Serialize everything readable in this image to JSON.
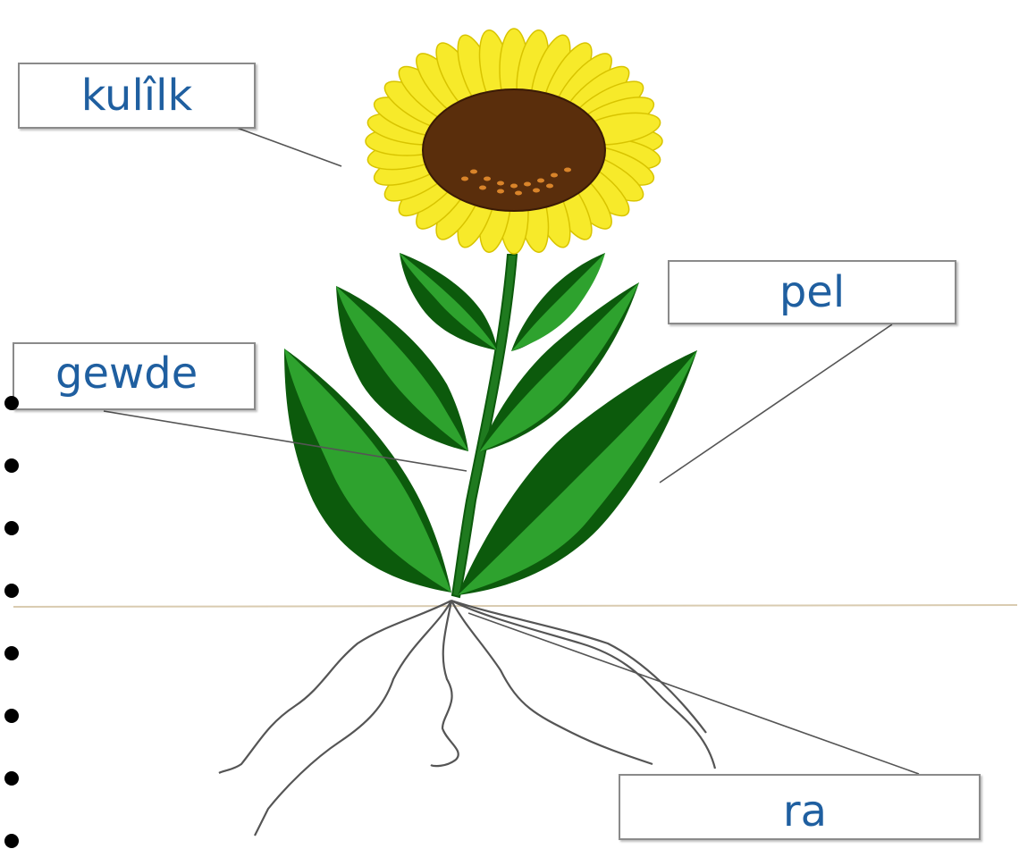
{
  "labels": {
    "flower": "kulîlk",
    "leaf": "pel",
    "stem": "gewde",
    "root": "ra"
  },
  "colors": {
    "label_text": "#1f5fa0",
    "petal": "#f7ea2a",
    "petal_edge": "#d8c400",
    "flower_center": "#5a2e0c",
    "seed_dots": "#d9842a",
    "leaf_light": "#2ea22e",
    "leaf_dark": "#0c5a0c",
    "stem": "#1f7a1f",
    "ground_line": "#d9cbb0",
    "roots": "#555555"
  },
  "icons": [
    "sunflower-petal",
    "leaf",
    "root-strand",
    "bullet-dot"
  ],
  "bullets": {
    "count": 8
  }
}
